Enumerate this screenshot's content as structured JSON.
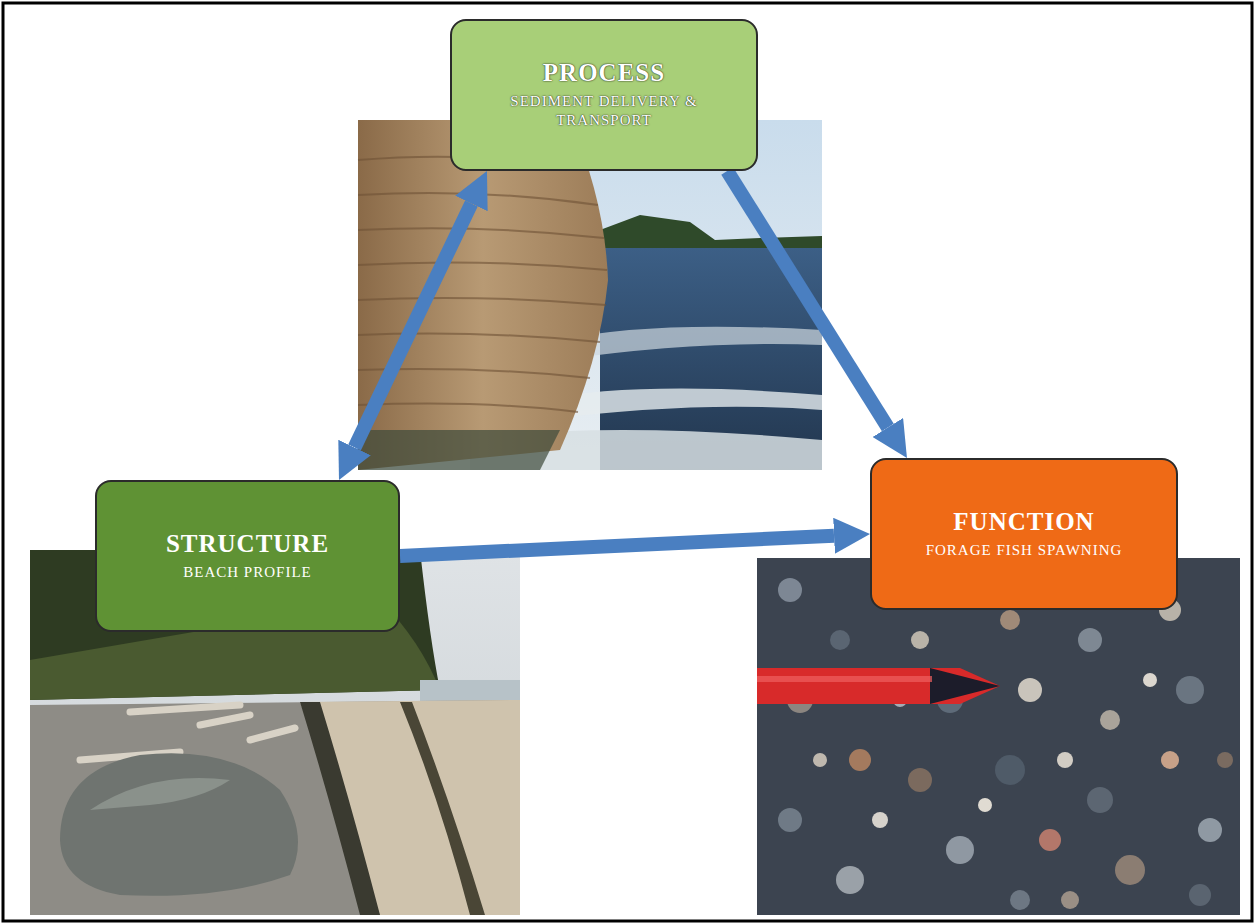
{
  "diagram": {
    "nodes": [
      {
        "text": [
          "PROCESS",
          "SEDIMENT DELIVERY & TRANSPORT"
        ]
      },
      {
        "text": [
          "STRUCTURE",
          "BEACH PROFILE"
        ]
      },
      {
        "text": [
          "FUNCTION",
          "FORAGE FISH SPAWNING"
        ]
      }
    ],
    "edges": [
      {
        "from": 0,
        "to": 1,
        "arrow": "both"
      },
      {
        "from": 0,
        "to": 2,
        "arrow": "to"
      },
      {
        "from": 1,
        "to": 2,
        "arrow": "to"
      }
    ]
  }
}
